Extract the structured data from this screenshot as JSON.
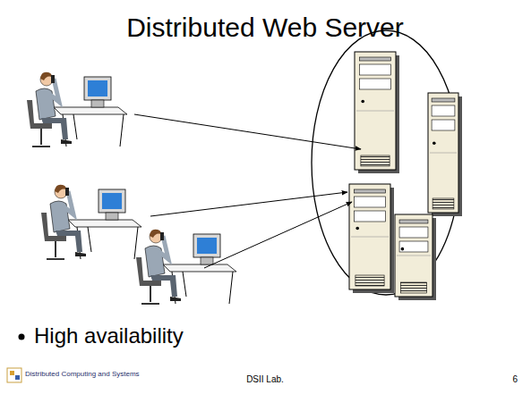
{
  "diagram": {
    "title": "Distributed Web Server",
    "labels": [
      "High availability",
      "Distributed Computing and Systems",
      "DSII Lab.",
      "6"
    ]
  }
}
